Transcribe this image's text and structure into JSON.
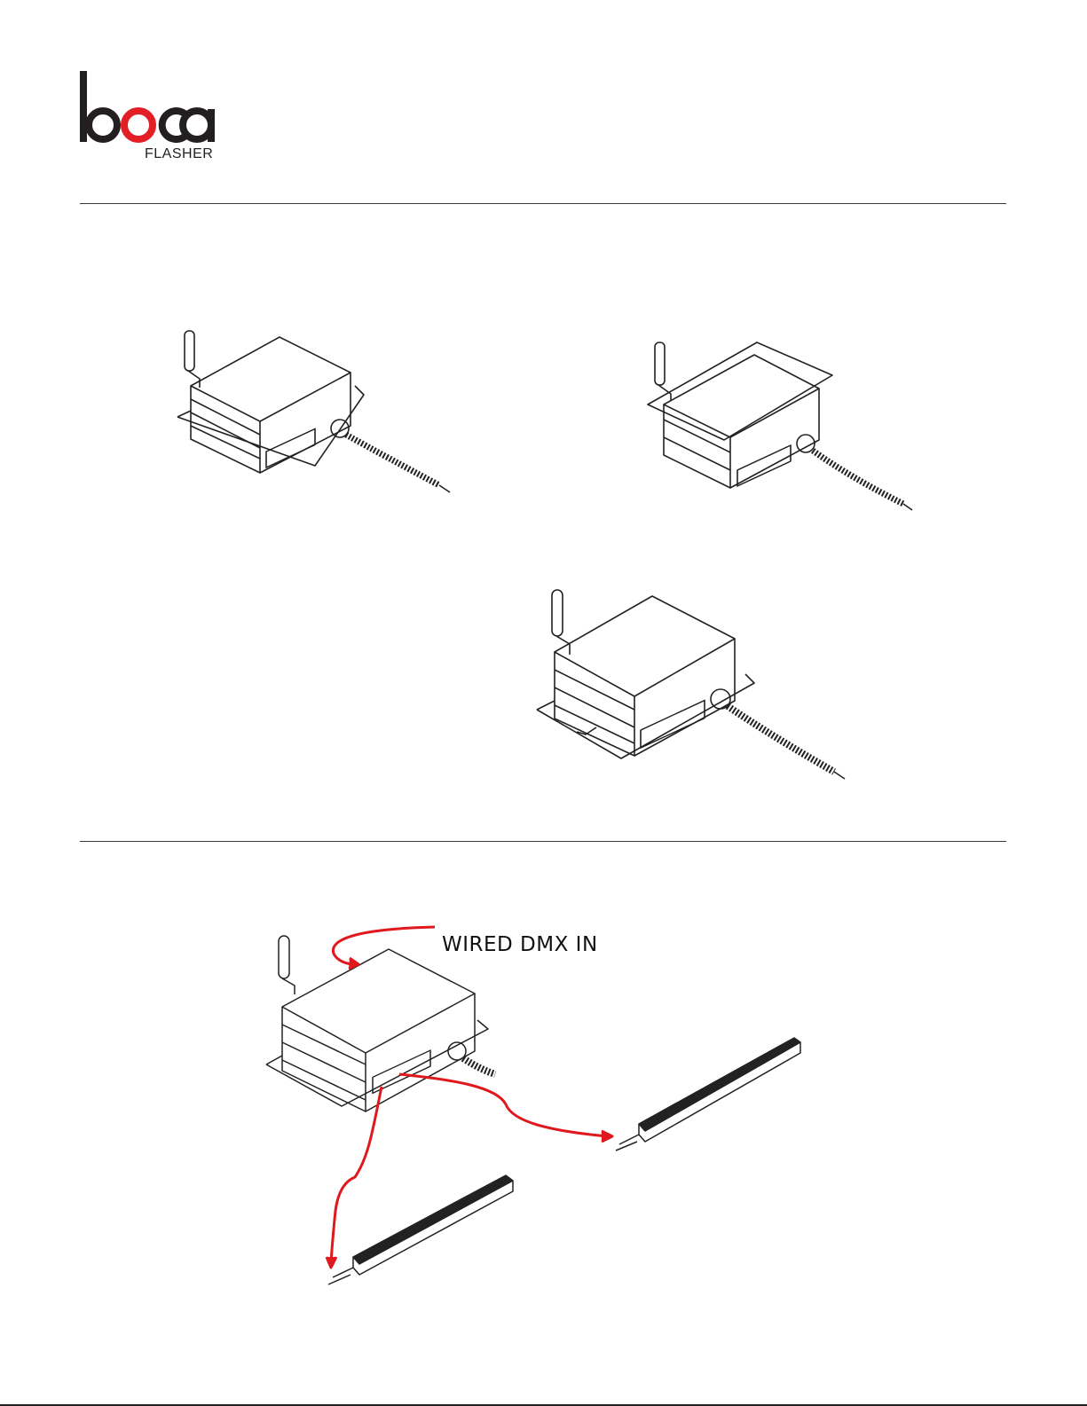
{
  "logo": {
    "wordmark": "boca",
    "subtitle": "FLASHER",
    "colors": {
      "dark": "#231f20",
      "accent": "#e31e24"
    }
  },
  "figures": [
    {
      "id": "device-a",
      "variant": "narrow mounting bracket"
    },
    {
      "id": "device-b",
      "variant": "flat mounting plate"
    },
    {
      "id": "device-c",
      "variant": "wide mounting bracket"
    }
  ],
  "wiring_diagram": {
    "callout": "WIRED DMX IN",
    "arrow_color": "#e0191e",
    "fixtures": [
      "linear-light-right",
      "linear-light-left"
    ]
  }
}
